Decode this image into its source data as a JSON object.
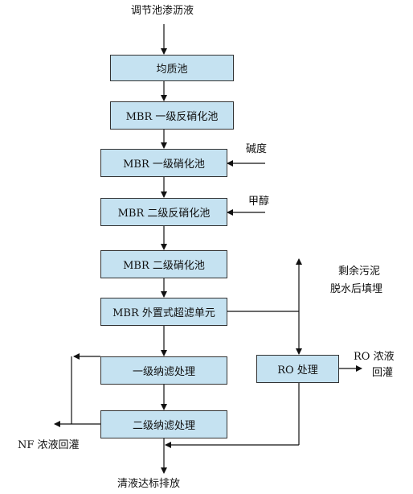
{
  "source_label": "调节池渗沥液",
  "boxes": {
    "equalization": "均质池",
    "mbr_denit_1": "MBR 一级反硝化池",
    "mbr_nit_1": "MBR 一级硝化池",
    "mbr_denit_2": "MBR 二级反硝化池",
    "mbr_nit_2": "MBR 二级硝化池",
    "mbr_uf": "MBR 外置式超滤单元",
    "nf_1": "一级纳滤处理",
    "nf_2": "二级纳滤处理",
    "ro": "RO 处理"
  },
  "inputs": {
    "alkalinity": "碱度",
    "methanol": "甲醇"
  },
  "side_outputs": {
    "sludge_line1": "剩余污泥",
    "sludge_line2": "脱水后填埋",
    "ro_conc_line1": "RO 浓液",
    "ro_conc_line2": "回灌",
    "nf_conc": "NF 浓液回灌"
  },
  "final_output": "清液达标排放"
}
